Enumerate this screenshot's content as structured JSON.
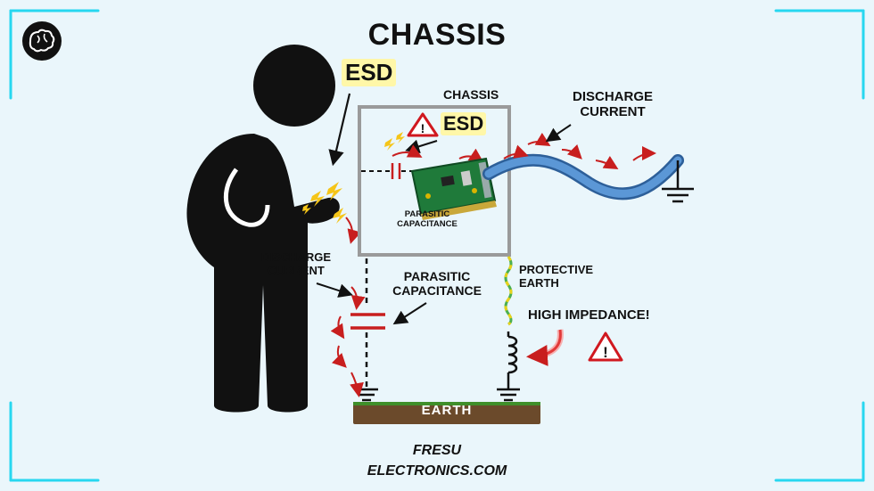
{
  "title": "CHASSIS",
  "labels": {
    "esd_person": "ESD",
    "chassis": "CHASSIS",
    "esd_chassis": "ESD",
    "discharge_current_top": "DISCHARGE CURRENT",
    "parasitic_capacitance_inner": "PARASITIC CAPACITANCE",
    "discharge_current_left": "DISCHARGE CURRENT",
    "parasitic_capacitance_outer": "PARASITIC CAPACITANCE",
    "protective_earth": "PROTECTIVE EARTH",
    "high_impedance": "HIGH IMPEDANCE!",
    "earth": "EARTH"
  },
  "brand": {
    "line1": "FRESU",
    "line2": "ELECTRONICS.COM"
  },
  "colors": {
    "background": "#eaf6fb",
    "accent_frame": "#27d7f0",
    "arrow_red": "#c81e1e",
    "spark_yellow": "#f5c518",
    "cable_blue": "#4a86c8",
    "chassis_gray": "#9a9a9a",
    "earth_brown": "#6b4a2b",
    "grass_green": "#3f8f2a",
    "pe_green": "#4caf50",
    "pe_yellow": "#e8d21a"
  },
  "icons": {
    "logo": "brain-icon",
    "warning": "warning-triangle-icon",
    "spark": "lightning-spark-icon",
    "ground": "ground-symbol-icon"
  }
}
